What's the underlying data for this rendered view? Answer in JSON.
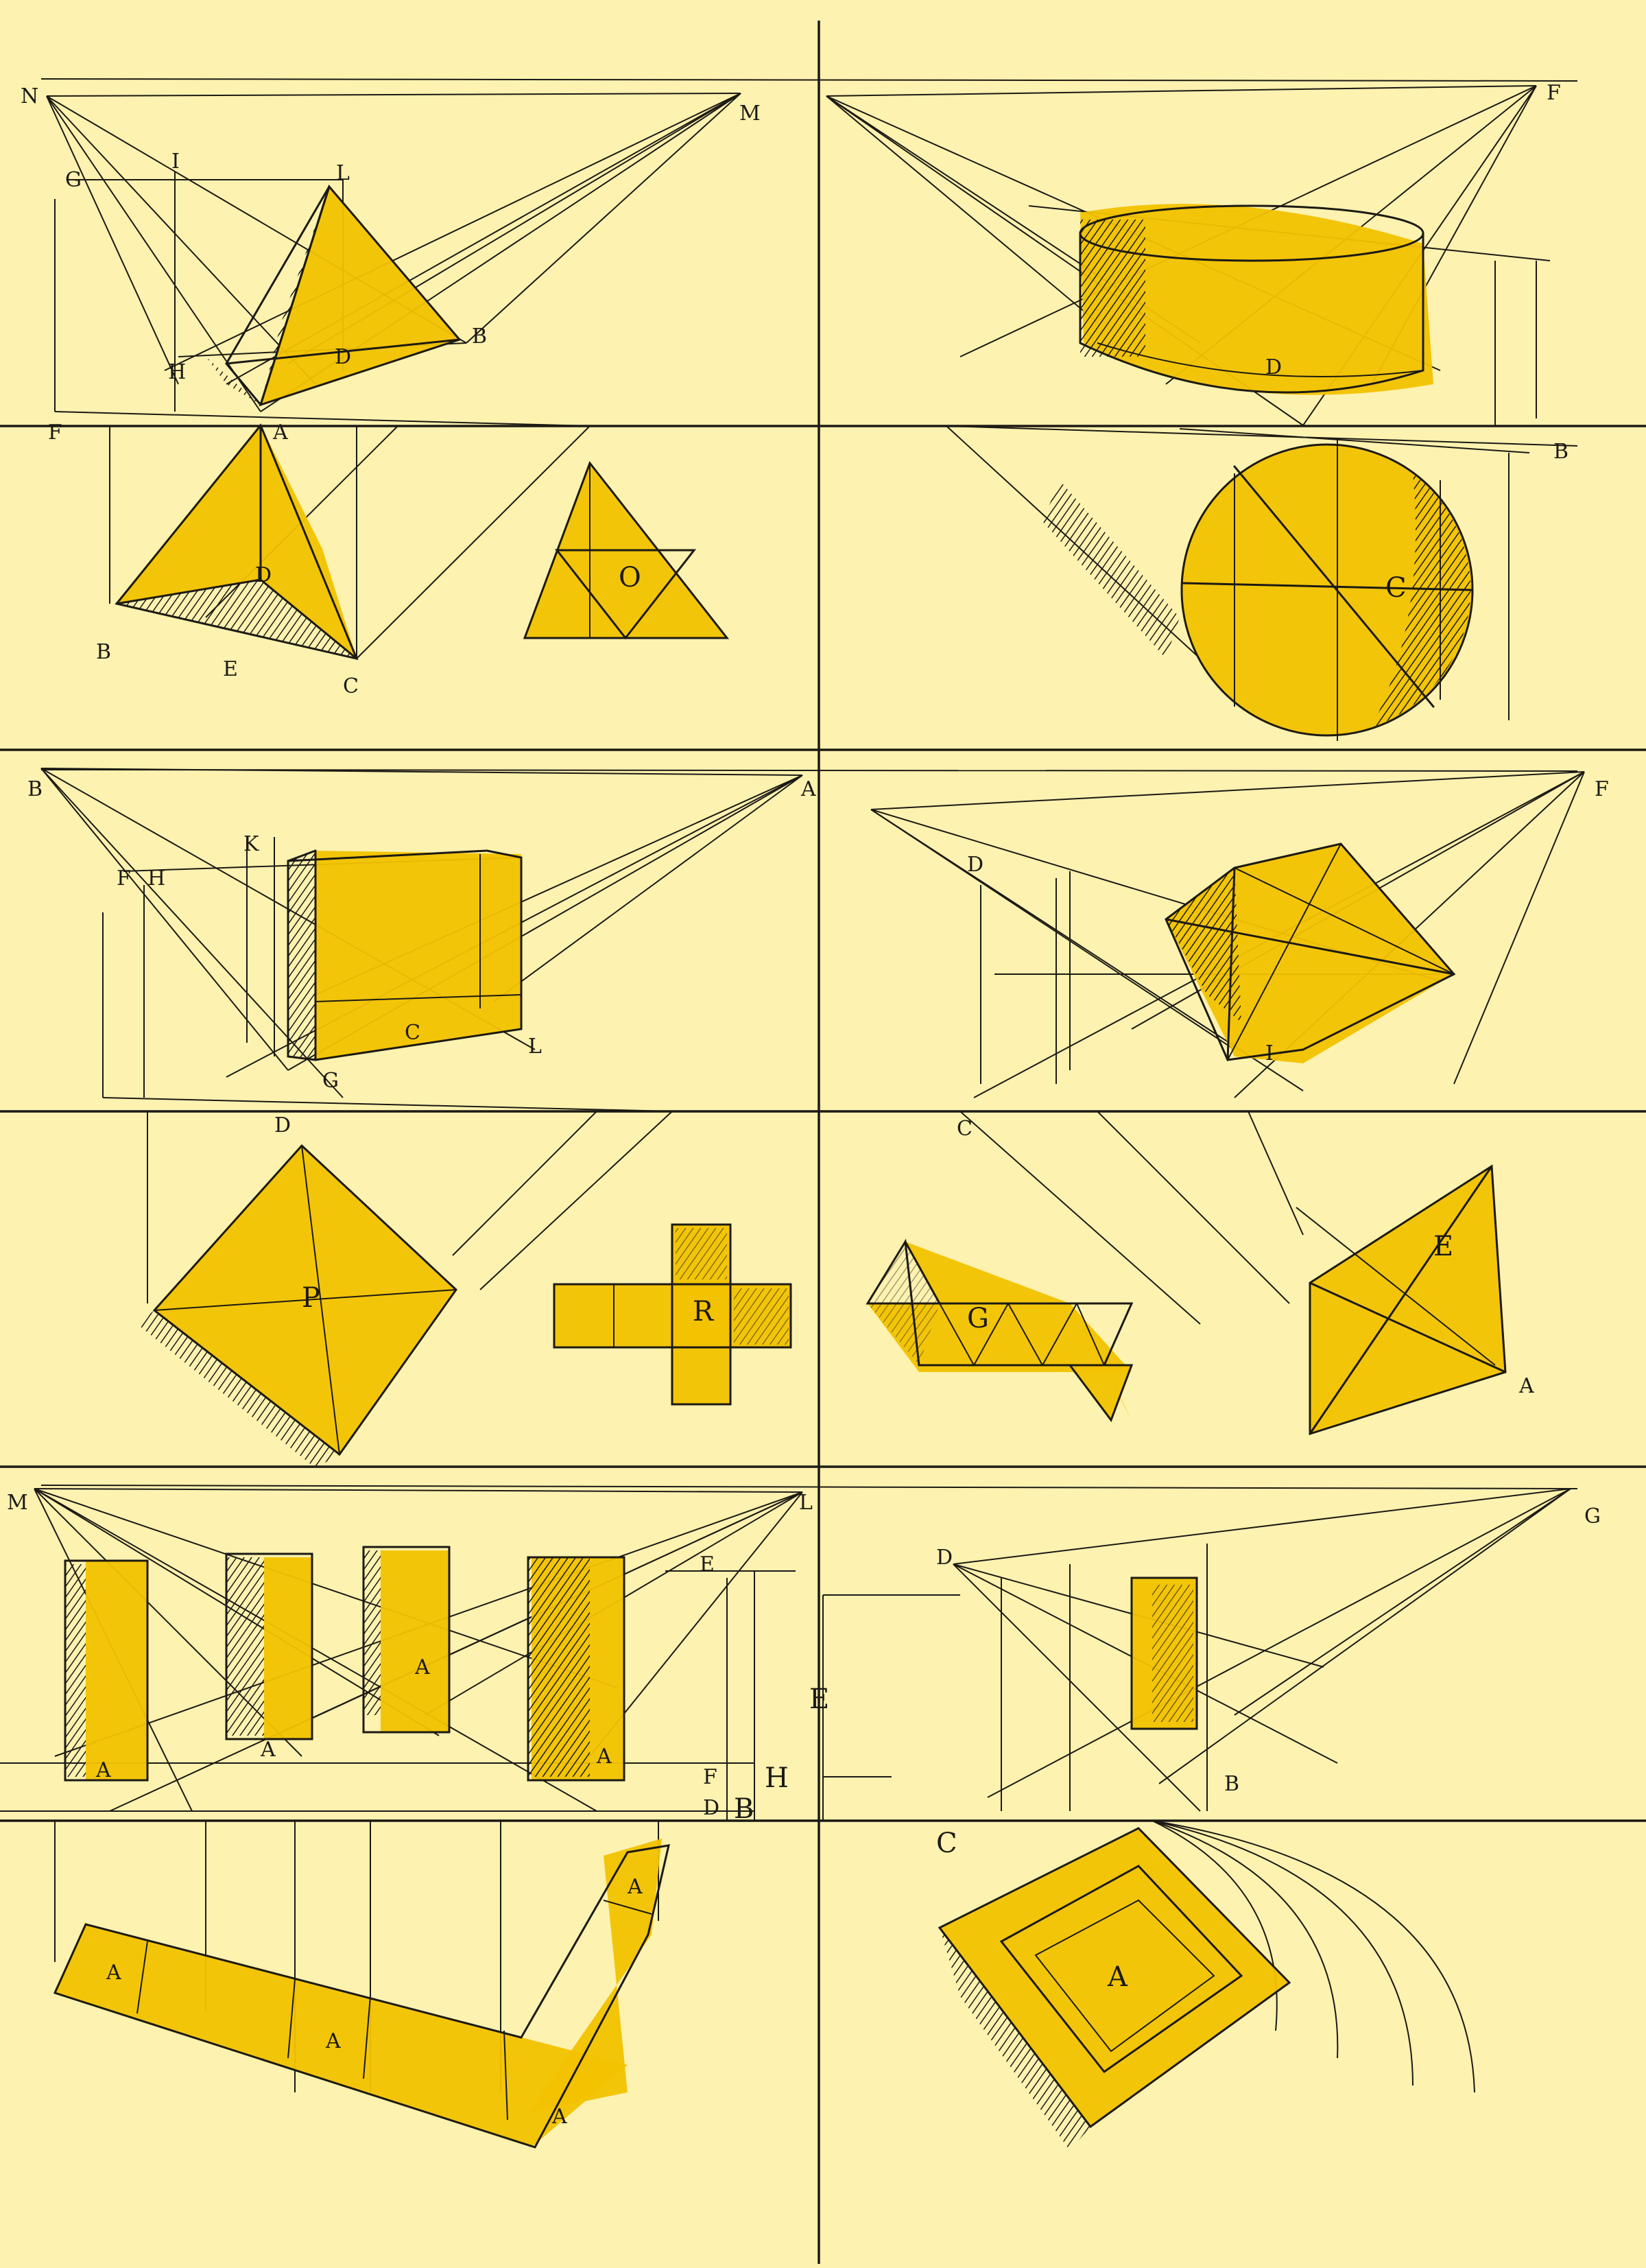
{
  "colors": {
    "paper": "#fdf2b0",
    "ink": "#1c1a14",
    "highlight": "#f2c200"
  },
  "panels": {
    "tetrahedron": {
      "labels": {
        "N": "N",
        "M": "M",
        "G": "G",
        "I": "I",
        "L": "L",
        "H": "H",
        "D": "D",
        "B": "B",
        "F": "F",
        "A": "A",
        "D2": "D",
        "B2": "B",
        "E": "E",
        "C": "C"
      },
      "net_label": "O"
    },
    "cylinder": {
      "labels": {
        "F": "F",
        "D": "D",
        "B": "B",
        "C": "C"
      }
    },
    "cube": {
      "labels": {
        "B": "B",
        "A": "A",
        "F": "F",
        "H": "H",
        "K": "K",
        "C": "C",
        "L": "L",
        "G": "G",
        "D": "D",
        "P": "P"
      },
      "net_label": "R"
    },
    "octahedron": {
      "labels": {
        "F": "F",
        "D": "D",
        "C": "C",
        "I": "I",
        "E": "E",
        "A": "A"
      },
      "net_label": "G"
    },
    "frames": {
      "labels": {
        "M": "M",
        "L": "L",
        "E": "E",
        "D": "D",
        "F": "F",
        "B": "B",
        "H": "H"
      },
      "block_label": "A"
    },
    "square_frame": {
      "labels": {
        "G": "G",
        "D": "D",
        "E": "E",
        "C": "C",
        "B": "B"
      },
      "block_label": "A"
    }
  }
}
